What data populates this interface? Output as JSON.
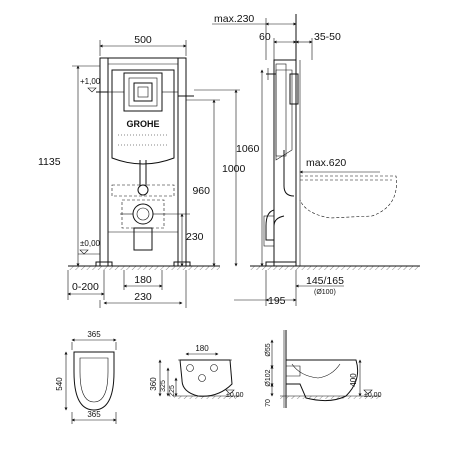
{
  "brand": "GROHE",
  "front_view": {
    "width": "500",
    "height_total": "1135",
    "height_1000": "1000",
    "height_960": "960",
    "height_230": "230",
    "level_plus": "+1,00",
    "level_zero": "±0,00",
    "offset_range": "0-200",
    "spacing_180": "180",
    "spacing_230": "230"
  },
  "side_view": {
    "max_depth": "max.230",
    "d60": "60",
    "d35_50": "35-50",
    "height_1060": "1060",
    "max_620": "max.620",
    "d145_165": "145/165",
    "diameter_100": "(Ø100)",
    "d195": "195"
  },
  "bowl_top": {
    "width_top": "365",
    "length": "540",
    "width_bottom": "365"
  },
  "bowl_rear": {
    "d180": "180",
    "d360": "360",
    "d325": "325",
    "d225": "225",
    "level_zero": "±0,00"
  },
  "bowl_side": {
    "d55": "Ø55",
    "d102": "Ø102",
    "d70": "70",
    "d400": "400",
    "level_zero": "±0,00"
  }
}
